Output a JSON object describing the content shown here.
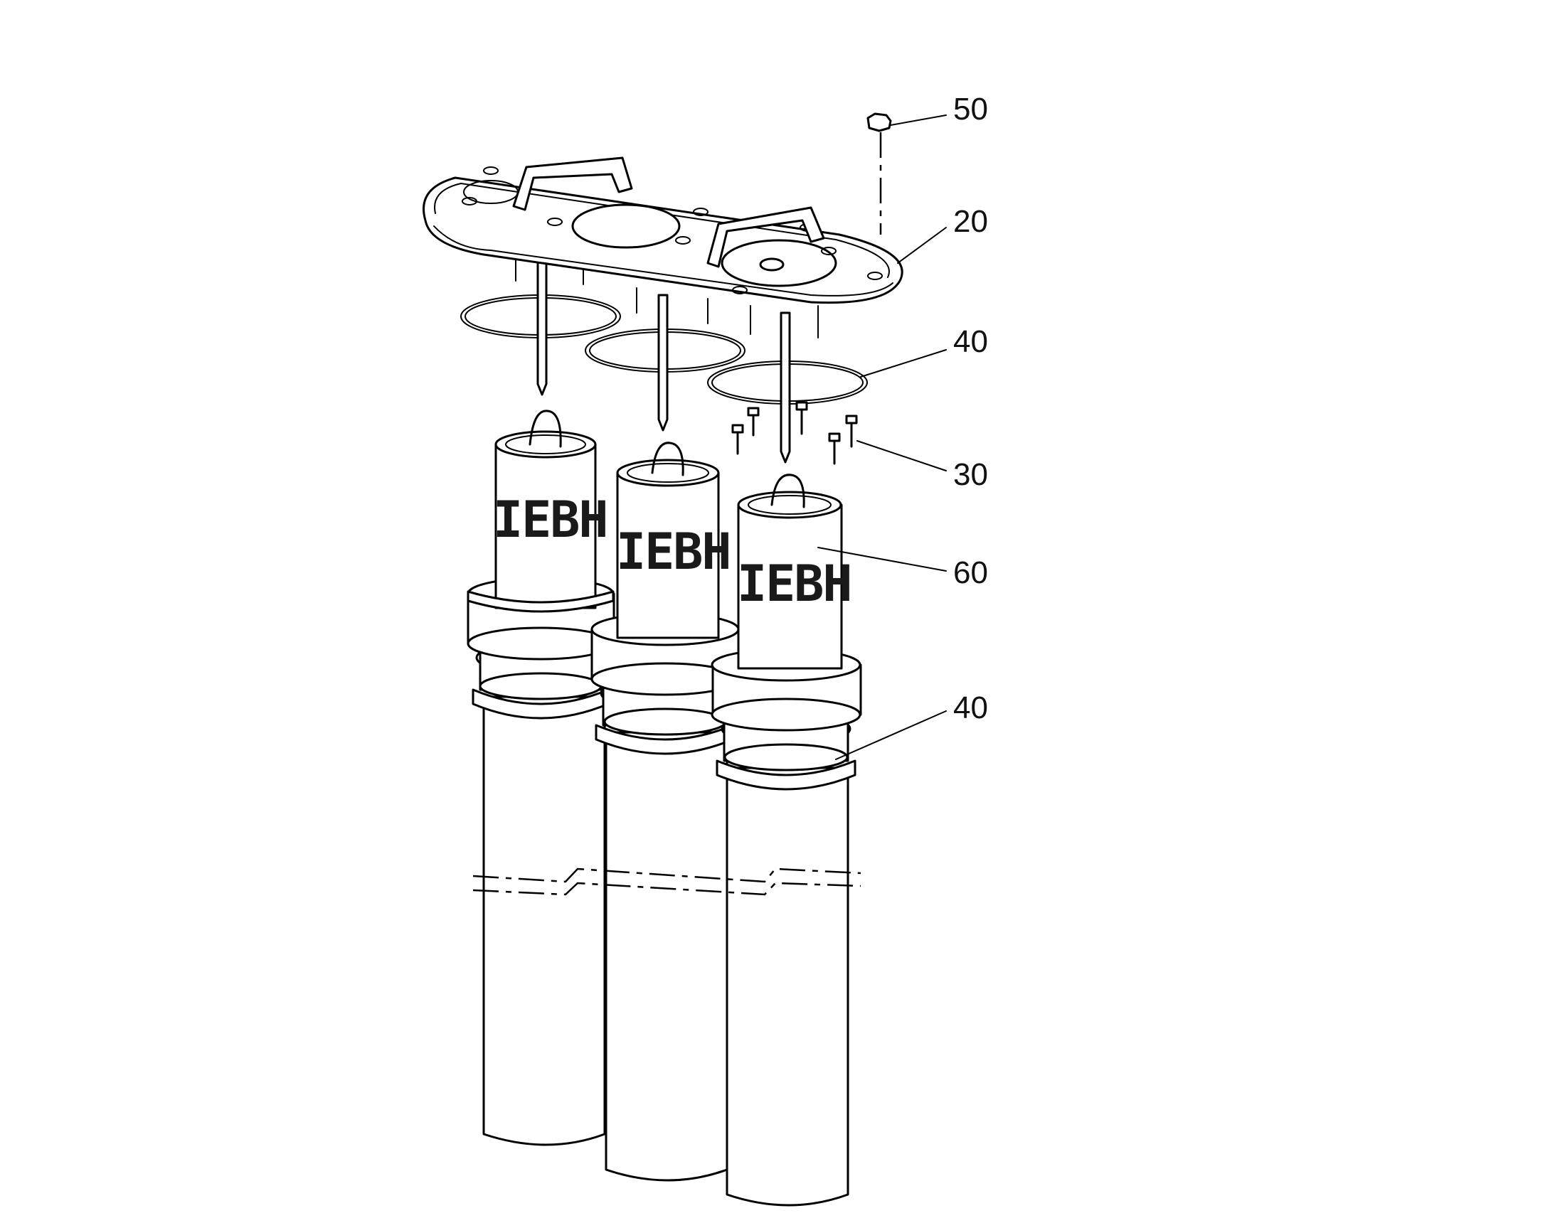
{
  "callouts": [
    {
      "id": "cover",
      "label": "50"
    },
    {
      "id": "lid",
      "label": "20"
    },
    {
      "id": "seal_upper",
      "label": "40"
    },
    {
      "id": "bolts",
      "label": "30"
    },
    {
      "id": "filter",
      "label": "60"
    },
    {
      "id": "seal_lower",
      "label": "40"
    }
  ],
  "filter_brand_text": "IEBH"
}
